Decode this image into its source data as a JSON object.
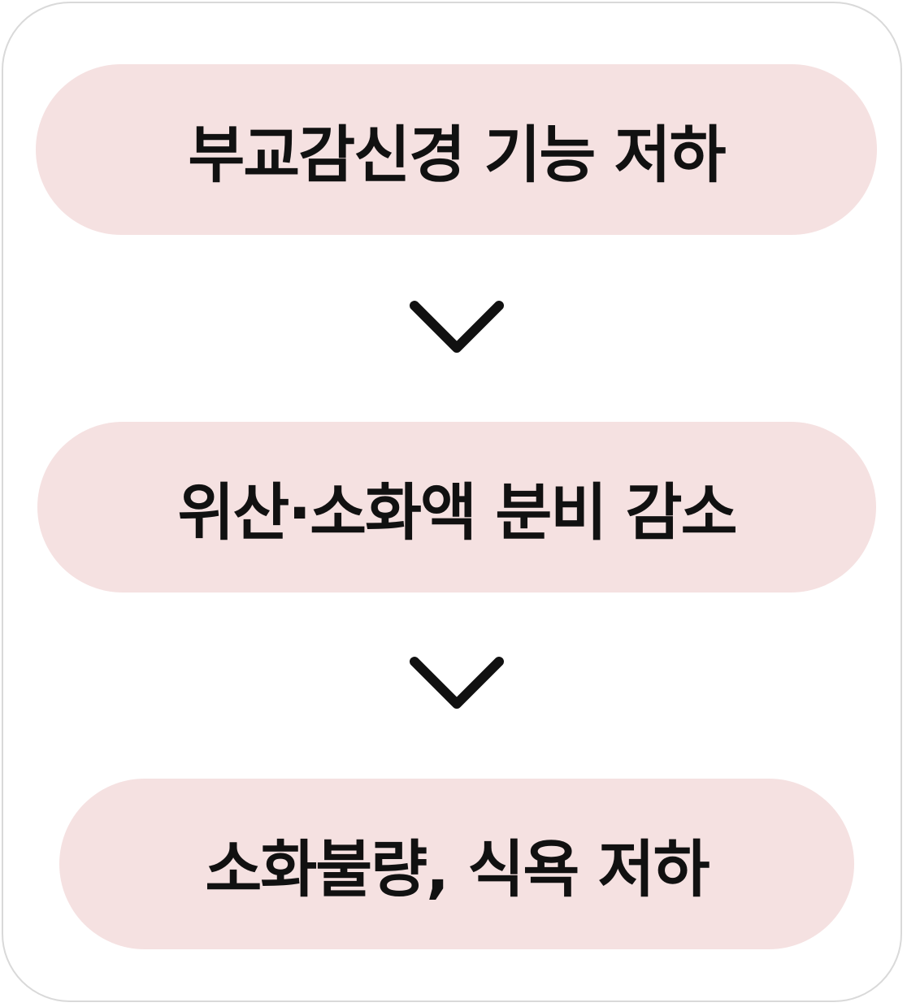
{
  "flow": {
    "steps": [
      {
        "label": "부교감신경 기능 저하"
      },
      {
        "label": "위산·소화액 분비 감소"
      },
      {
        "label": "소화불량, 식욕 저하"
      }
    ],
    "arrow_icon": "chevron-down-icon"
  },
  "colors": {
    "step_fill": "#f5e1e1",
    "text": "#111111",
    "arrow": "#111111",
    "frame_border": "#d9d9d9"
  }
}
